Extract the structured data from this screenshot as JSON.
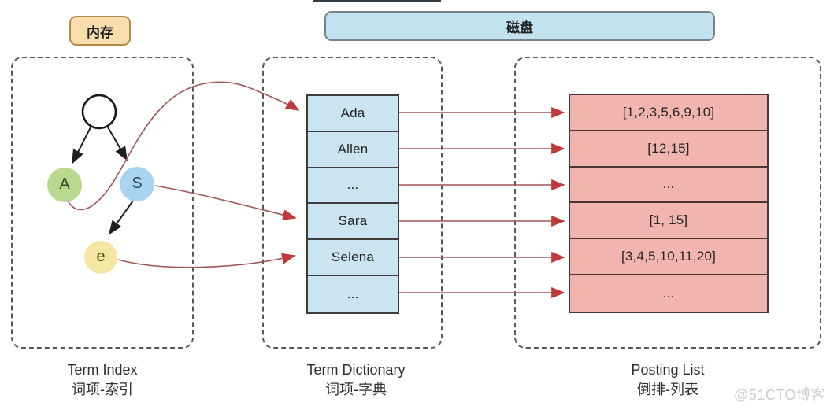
{
  "badges": {
    "memory": "内存",
    "disk": "磁盘"
  },
  "term_index": {
    "label_en": "Term Index",
    "label_zh": "词项-索引",
    "nodes": {
      "root": "",
      "a": "A",
      "s": "S",
      "e": "e"
    }
  },
  "term_dictionary": {
    "label_en": "Term Dictionary",
    "label_zh": "词项-字典",
    "rows": [
      "Ada",
      "Allen",
      "...",
      "Sara",
      "Selena",
      "..."
    ]
  },
  "posting_list": {
    "label_en": "Posting List",
    "label_zh": "倒排-列表",
    "rows": [
      "[1,2,3,5,6,9,10]",
      "[12,15]",
      "...",
      "[1, 15]",
      "[3,4,5,10,11,20]",
      "..."
    ]
  },
  "watermark": "@51CTO博客",
  "colors": {
    "memory_fill": "#f8ddae",
    "memory_border": "#b28a4a",
    "disk_fill": "#c3e2f0",
    "dict_fill": "#cbe4f1",
    "posting_fill": "#f1b5ae",
    "node_a": "#b9da8e",
    "node_s": "#a9d3ee",
    "node_e": "#f6e6a4",
    "link_line": "#a05656",
    "link_arrow": "#bf3a3a",
    "tree_arrow": "#1f1f1f"
  }
}
